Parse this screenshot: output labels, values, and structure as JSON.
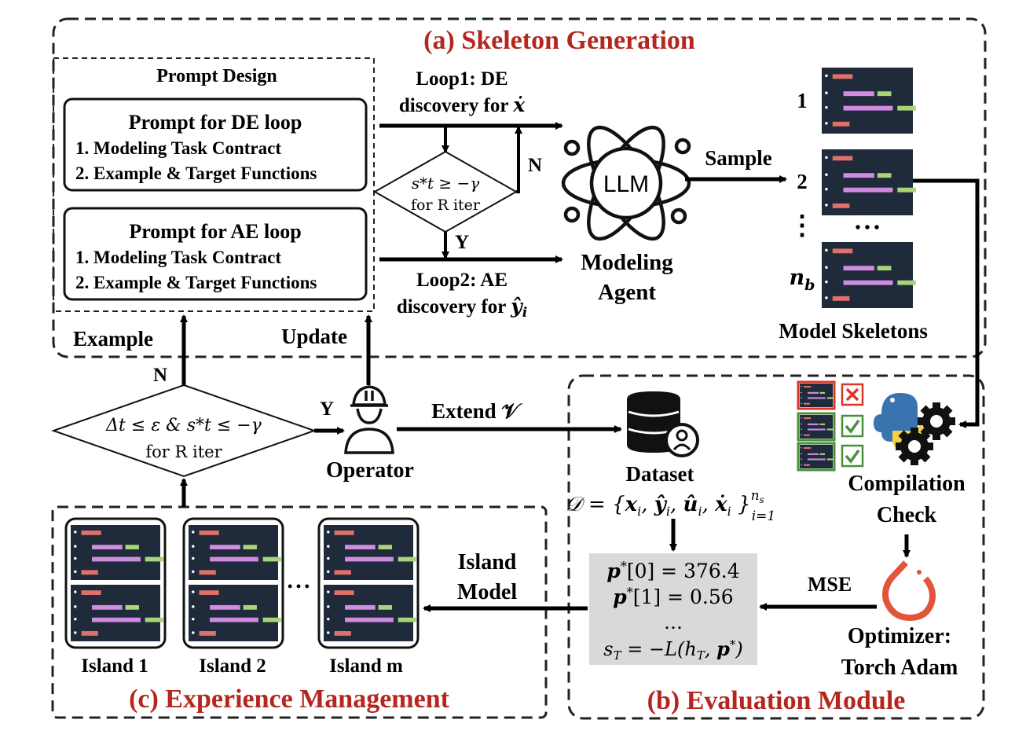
{
  "sections": {
    "a_title": "(a) Skeleton Generation",
    "b_title": "(b) Evaluation Module",
    "c_title": "(c) Experience Management"
  },
  "prompt_design": {
    "title": "Prompt Design",
    "de_box": {
      "title": "Prompt for DE loop",
      "item1": "1. Modeling Task Contract",
      "item2": "2. Example & Target Functions"
    },
    "ae_box": {
      "title": "Prompt for AE loop",
      "item1": "1. Modeling Task Contract",
      "item2": "2. Example & Target Functions"
    }
  },
  "loops": {
    "loop1_line1": "Loop1: DE",
    "loop1_line2": "discovery for ",
    "loop1_var": "ẋ",
    "loop2_line1": "Loop2: AE",
    "loop2_line2": "discovery for ",
    "loop2_var": "ŷ",
    "loop2_sub": "i",
    "decision_line1": "s*t ≥ −γ",
    "decision_line2": "for R iter",
    "yes": "Y",
    "no": "N"
  },
  "agent": {
    "llm": "LLM",
    "label_line1": "Modeling",
    "label_line2": "Agent",
    "sample": "Sample"
  },
  "skeletons": {
    "labels": [
      "1",
      "2"
    ],
    "dots_vertical": "⋮",
    "dots_horizontal": "• • •",
    "last_label": "n",
    "last_sub": "b",
    "caption": "Model Skeletons"
  },
  "operator": {
    "example": "Example",
    "update": "Update",
    "no": "N",
    "yes": "Y",
    "decision_line1": "Δt ≤ ε & s*t ≤ −γ",
    "decision_line2": "for R iter",
    "label": "Operator",
    "extend": "Extend 𝒱"
  },
  "dataset": {
    "label": "Dataset",
    "formula": "𝒟 = {x_i, ŷ_i, û_i, ẋ_i} i=1..n_s"
  },
  "compilation": {
    "line1": "Compilation",
    "line2": "Check",
    "status": [
      "fail",
      "pass",
      "pass"
    ]
  },
  "optimizer": {
    "line1": "Optimizer:",
    "line2": "Torch Adam",
    "mse": "MSE"
  },
  "params": {
    "p0": "376.4",
    "p1": "0.56",
    "ellipsis": "…"
  },
  "islands": {
    "model_line1": "Island",
    "model_line2": "Model",
    "labels": [
      "Island 1",
      "Island 2",
      "Island m"
    ],
    "ellipsis": "• • •"
  },
  "colors": {
    "section_title": "#b5261e",
    "code_bg": "#1f2a3a",
    "code_red": "#e0706a",
    "code_purple": "#cf8ce0",
    "code_green": "#a8d47a",
    "param_bg": "#d9d9d9",
    "pytorch": "#e2553b",
    "python_blue": "#3a74b0",
    "python_yellow": "#f5cf45",
    "fail": "#d9372b",
    "pass": "#4a8f3c"
  }
}
